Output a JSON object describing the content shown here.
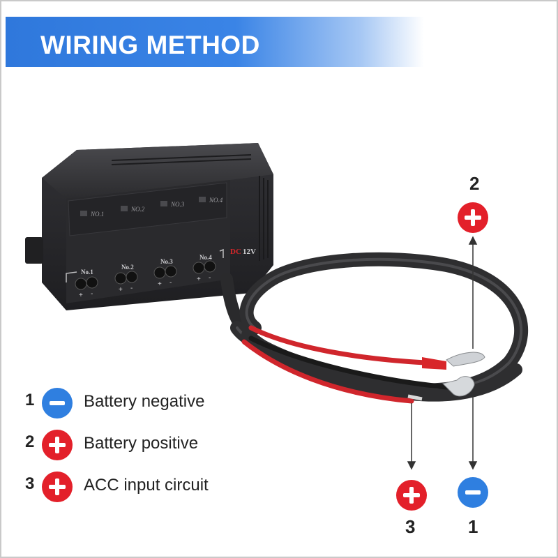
{
  "title": "WIRING METHOD",
  "colors": {
    "blue": "#2f7fe0",
    "red": "#e3202a",
    "accent_banner": "#2f78dc"
  },
  "device": {
    "channel_labels": [
      "NO.1",
      "NO.2",
      "NO.3",
      "NO.4"
    ],
    "port_labels": [
      "No.1",
      "No.2",
      "No.3",
      "No.4"
    ],
    "voltage_dc": "DC",
    "voltage_value": "12V"
  },
  "legend": [
    {
      "number": "1",
      "polarity": "negative",
      "icon": "minus-icon",
      "label": "Battery negative"
    },
    {
      "number": "2",
      "polarity": "positive",
      "icon": "plus-icon",
      "label": "Battery positive"
    },
    {
      "number": "3",
      "polarity": "positive",
      "icon": "plus-icon",
      "label": "ACC input circuit"
    }
  ],
  "callouts": {
    "top": {
      "number": "2",
      "icon": "plus-icon"
    },
    "bottom_left": {
      "number": "3",
      "icon": "plus-icon"
    },
    "bottom_right": {
      "number": "1",
      "icon": "minus-icon"
    }
  }
}
